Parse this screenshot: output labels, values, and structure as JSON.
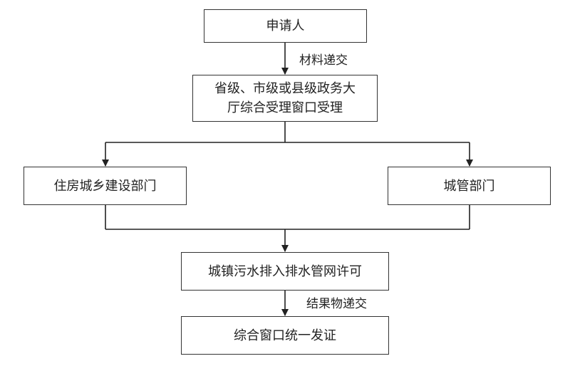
{
  "nodes": {
    "applicant": "申请人",
    "window_accept_line1": "省级、市级或县级政务大",
    "window_accept_line2": "厅综合受理窗口受理",
    "housing_dept": "住房城乡建设部门",
    "urban_mgmt_dept": "城管部门",
    "permit": "城镇污水排入排水管网许可",
    "issue": "综合窗口统一发证"
  },
  "edges": {
    "submit_materials": "材料递交",
    "deliver_results": "结果物递交"
  }
}
